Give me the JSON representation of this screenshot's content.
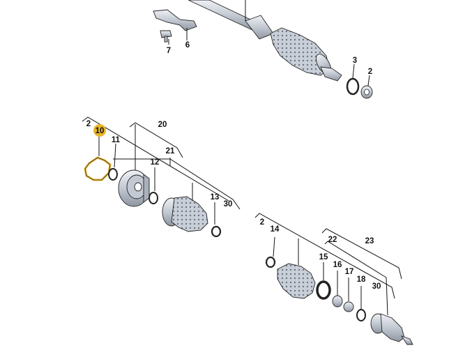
{
  "diagram": {
    "highlight_color": "#e8b52a",
    "part_fill": "#d6dbe2",
    "part_shade": "#9aa2ad",
    "labels": {
      "p2_top": "2",
      "p3": "3",
      "p6": "6",
      "p7": "7",
      "p2_mid": "2",
      "p10": "10",
      "p11": "11",
      "p12": "12",
      "p13": "13",
      "p20": "20",
      "p21": "21",
      "p30_mid": "30",
      "p2_low": "2",
      "p14": "14",
      "p15": "15",
      "p16": "16",
      "p17": "17",
      "p18": "18",
      "p22": "22",
      "p23": "23",
      "p30_low": "30"
    }
  }
}
